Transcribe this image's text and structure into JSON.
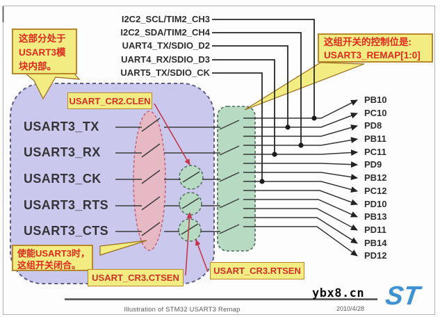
{
  "slide": {
    "alternate_functions": [
      "I2C2_SCL/TIM2_CH3",
      "I2C2_SDA/TIM2_CH4",
      "UART4_TX/SDIO_D2",
      "UART4_RX/SDIO_D3",
      "UART5_TX/SDIO_CK"
    ],
    "signals": [
      "USART3_TX",
      "USART3_RX",
      "USART3_CK",
      "USART3_RTS",
      "USART3_CTS"
    ],
    "pins": [
      "PB10",
      "PC10",
      "PD8",
      "PB11",
      "PC11",
      "PD9",
      "PB12",
      "PC12",
      "PD10",
      "PB13",
      "PD11",
      "PB14",
      "PD12"
    ],
    "callouts": {
      "module_note": {
        "line1": "这部分处于",
        "line2": "USART3模",
        "line3": "块内部。"
      },
      "remap_note": {
        "line1": "这组开关的控制位是:",
        "line2": "USART3_REMAP[1:0]"
      },
      "enable_note": {
        "line1": "使能USART3时，",
        "line2": "这组开关闭合。"
      },
      "clen_label": "USART_CR2.CLEN",
      "ctsen_label": "USART_CR3.CTSEN",
      "rtsen_label": "USART_CR3.RTSEN"
    },
    "footer": {
      "caption": "Illustration of STM32 USART3 Remap",
      "date": "2010/4/28",
      "watermark": "ybx8.cn",
      "logo_text": "ST"
    },
    "colors": {
      "callout_fill": "#f3ec83",
      "callout_border": "#b8872b",
      "callout_text_red": "#de2a1e",
      "module_box_fill": "#cac8ed",
      "internal_switch_ellipse_fill": "#e7b9c5",
      "remap_switch_fill": "#b7dac2",
      "wire": "#333333",
      "pointer_red": "#c4374a",
      "logo_blue": "#3e92d2"
    }
  }
}
